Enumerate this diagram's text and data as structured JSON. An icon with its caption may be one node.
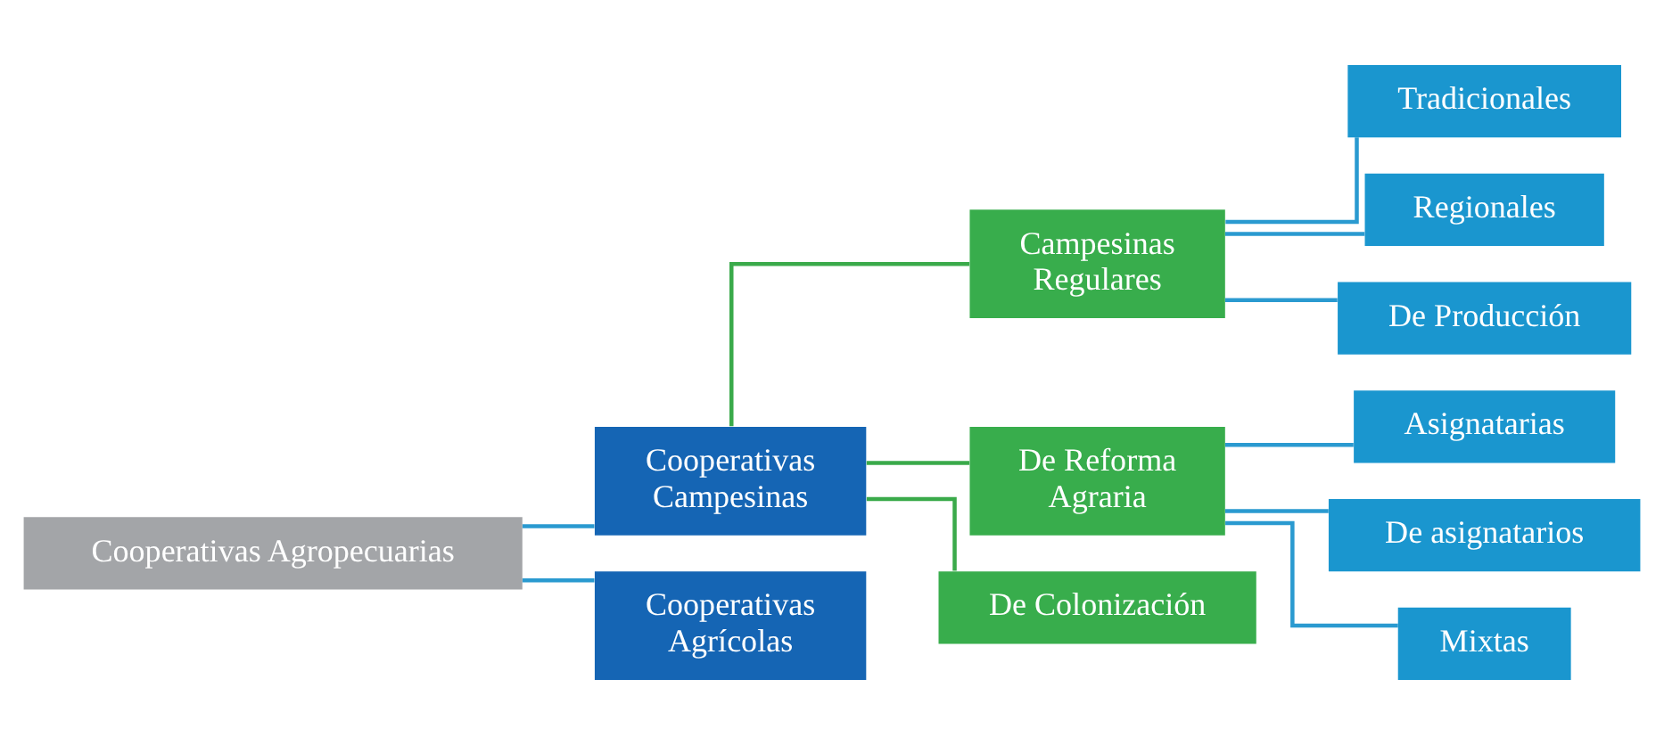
{
  "diagram": {
    "nodes": [
      {
        "text": [
          "Cooperativas Agropecuarias"
        ]
      },
      {
        "text": [
          "Cooperativas Campesinas"
        ]
      },
      {
        "text": [
          "Cooperativas Agrícolas"
        ]
      },
      {
        "text": [
          "Campesinas Regulares"
        ]
      },
      {
        "text": [
          "De Reforma Agraria"
        ]
      },
      {
        "text": [
          "De Colonización"
        ]
      },
      {
        "text": [
          "Tradicionales"
        ]
      },
      {
        "text": [
          "Regionales"
        ]
      },
      {
        "text": [
          "De Producción"
        ]
      },
      {
        "text": [
          "Asignatarias"
        ]
      },
      {
        "text": [
          "De asignatarios"
        ]
      },
      {
        "text": [
          "Mixtas"
        ]
      }
    ],
    "edges": [
      {
        "from": 0,
        "to": 1,
        "arrow": "none"
      },
      {
        "from": 0,
        "to": 2,
        "arrow": "none"
      },
      {
        "from": 1,
        "to": 3,
        "arrow": "none",
        "color": "#3aaa4a"
      },
      {
        "from": 1,
        "to": 4,
        "arrow": "none",
        "color": "#3aaa4a"
      },
      {
        "from": 1,
        "to": 5,
        "arrow": "none",
        "color": "#3aaa4a"
      },
      {
        "from": 3,
        "to": 6,
        "arrow": "none"
      },
      {
        "from": 3,
        "to": 7,
        "arrow": "none"
      },
      {
        "from": 3,
        "to": 8,
        "arrow": "none"
      },
      {
        "from": 4,
        "to": 9,
        "arrow": "none"
      },
      {
        "from": 4,
        "to": 10,
        "arrow": "none"
      },
      {
        "from": 4,
        "to": 11,
        "arrow": "none"
      }
    ]
  }
}
